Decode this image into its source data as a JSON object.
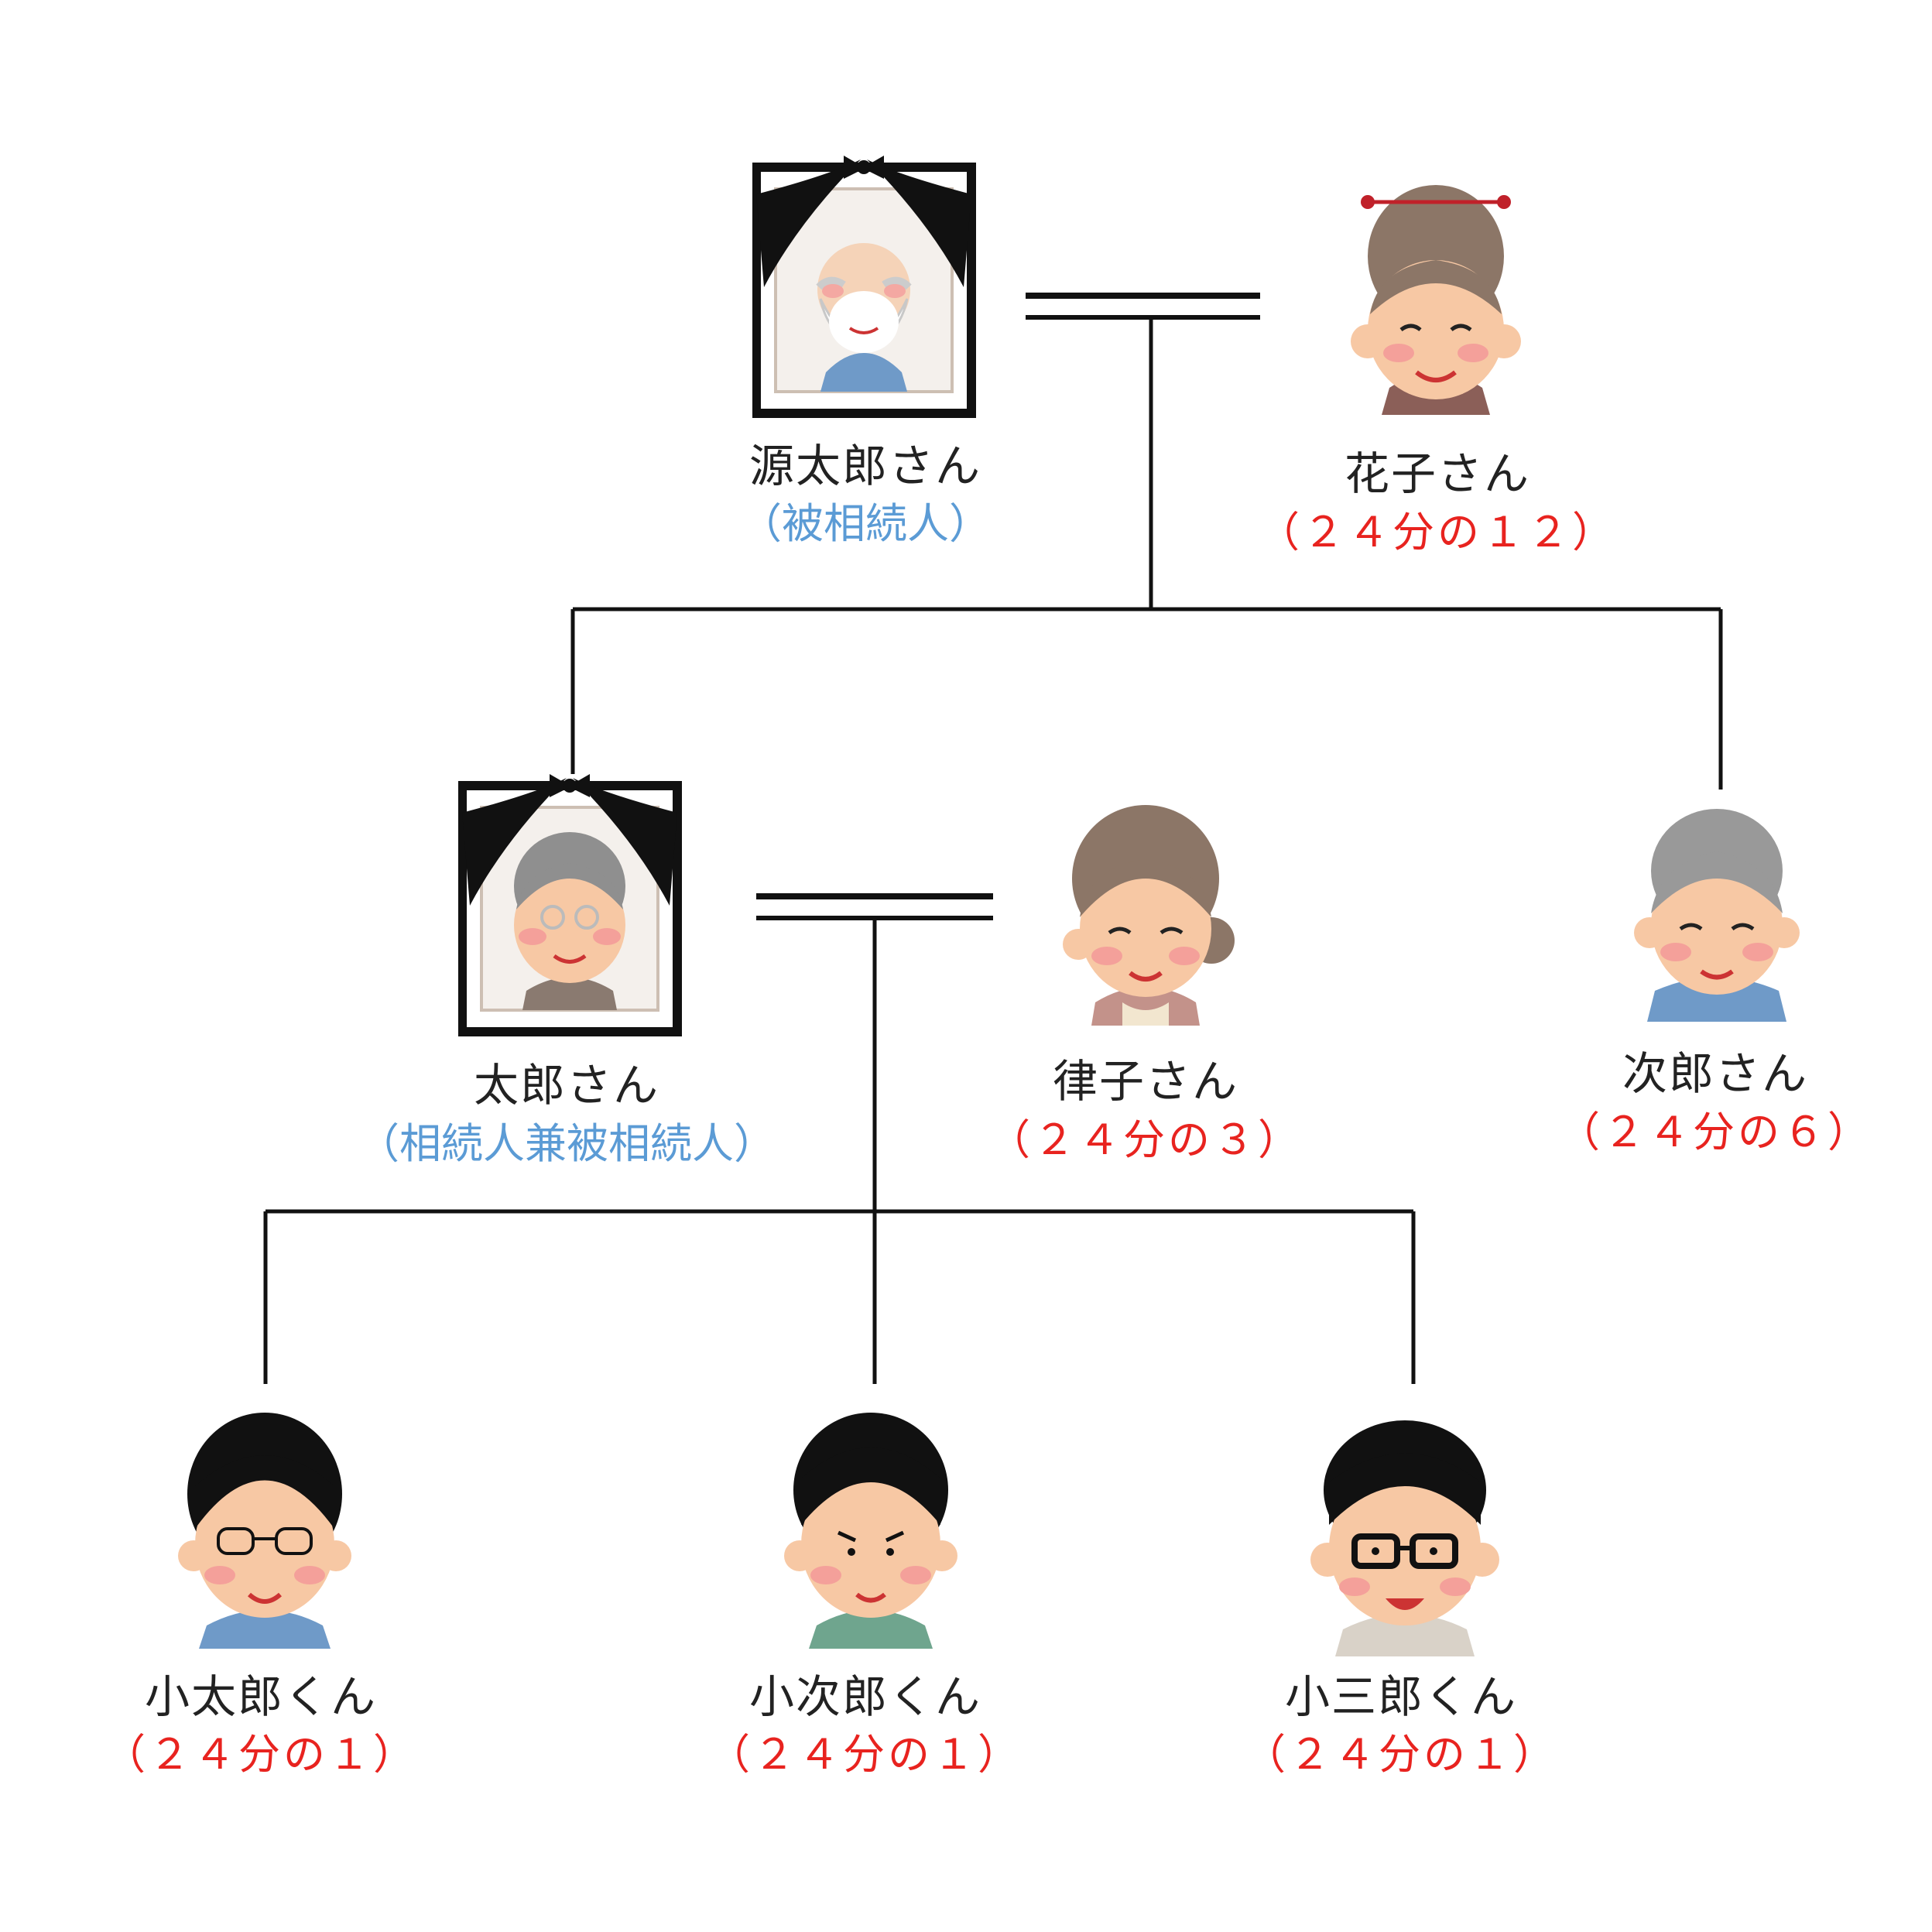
{
  "diagram": {
    "people": {
      "gentaro": {
        "name": "源太郎さん",
        "role": "（被相続人）"
      },
      "hanako": {
        "name": "花子さん",
        "share": "（２４分の１２）"
      },
      "taro": {
        "name": "太郎さん",
        "role": "（相続人兼被相続人）"
      },
      "ritsuko": {
        "name": "律子さん",
        "share": "（２４分の３）"
      },
      "jiro": {
        "name": "次郎さん",
        "share": "（２４分の６）"
      },
      "kotaro": {
        "name": "小太郎くん",
        "share": "（２４分の１）"
      },
      "kojiro": {
        "name": "小次郎くん",
        "share": "（２４分の１）"
      },
      "kosaburo": {
        "name": "小三郎くん",
        "share": "（２４分の１）"
      }
    },
    "colors": {
      "line": "#111111",
      "role_text": "#5b9bd5",
      "share_text": "#e8231f"
    }
  }
}
